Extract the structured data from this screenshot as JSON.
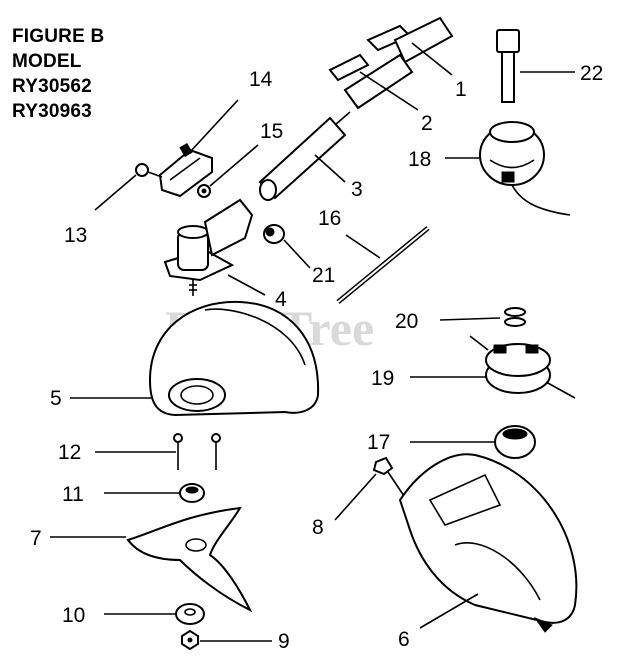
{
  "header": {
    "line1": "FIGURE B",
    "line2": "MODEL",
    "line3": "RY30562",
    "line4": "RY30963"
  },
  "watermark": "PartsTree",
  "callouts": {
    "c1": "1",
    "c2": "2",
    "c3": "3",
    "c4": "4",
    "c5": "5",
    "c6": "6",
    "c7": "7",
    "c8": "8",
    "c9": "9",
    "c10": "10",
    "c11": "11",
    "c12": "12",
    "c13": "13",
    "c14": "14",
    "c15": "15",
    "c16": "16",
    "c17": "17",
    "c18": "18",
    "c19": "19",
    "c20": "20",
    "c21": "21",
    "c22": "22"
  }
}
